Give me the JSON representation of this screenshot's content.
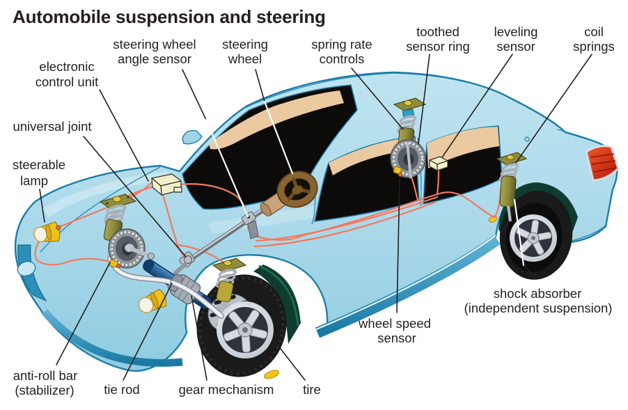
{
  "title": "Automobile suspension and steering",
  "labels": {
    "ecu": {
      "lines": [
        "electronic",
        "control unit"
      ]
    },
    "steering_wheel_angle_sensor": {
      "lines": [
        "steering wheel",
        "angle sensor"
      ]
    },
    "steering_wheel": {
      "lines": [
        "steering",
        "wheel"
      ]
    },
    "spring_rate_controls": {
      "lines": [
        "spring rate",
        "controls"
      ]
    },
    "toothed_sensor_ring": {
      "lines": [
        "toothed",
        "sensor ring"
      ]
    },
    "leveling_sensor": {
      "lines": [
        "leveling",
        "sensor"
      ]
    },
    "coil_springs": {
      "lines": [
        "coil",
        "springs"
      ]
    },
    "universal_joint": {
      "lines": [
        "universal joint"
      ]
    },
    "steerable_lamp": {
      "lines": [
        "steerable",
        "lamp"
      ]
    },
    "anti_roll_bar": {
      "lines": [
        "anti-roll bar",
        "(stabilizer)"
      ]
    },
    "tie_rod": {
      "lines": [
        "tie rod"
      ]
    },
    "gear_mechanism": {
      "lines": [
        "gear mechanism"
      ]
    },
    "tire": {
      "lines": [
        "tire"
      ]
    },
    "wheel_speed_sensor": {
      "lines": [
        "wheel speed",
        "sensor"
      ]
    },
    "shock_absorber": {
      "lines": [
        "shock absorber",
        "(independent suspension)"
      ]
    }
  },
  "colors": {
    "body": "#a9d8e9",
    "body_shade": "#7fc3dc",
    "body_edge": "#1b7ea9",
    "rocker": "#2488b5",
    "glass": "#0d0b09",
    "beige": "#eccaa1",
    "wiring": "#f4795c",
    "ecu": "#f5eecb",
    "olive": "#8f8c3d",
    "spring": "#aab0b8",
    "actuator": "#2e9fc4",
    "rack": "#2f74ad",
    "bar": "#eef1f4",
    "lamp": "#f0c11d",
    "tire": "#1a1a1a",
    "rim": "#dfe3e9",
    "tail": "#d8311c",
    "ink": "#231f20"
  }
}
